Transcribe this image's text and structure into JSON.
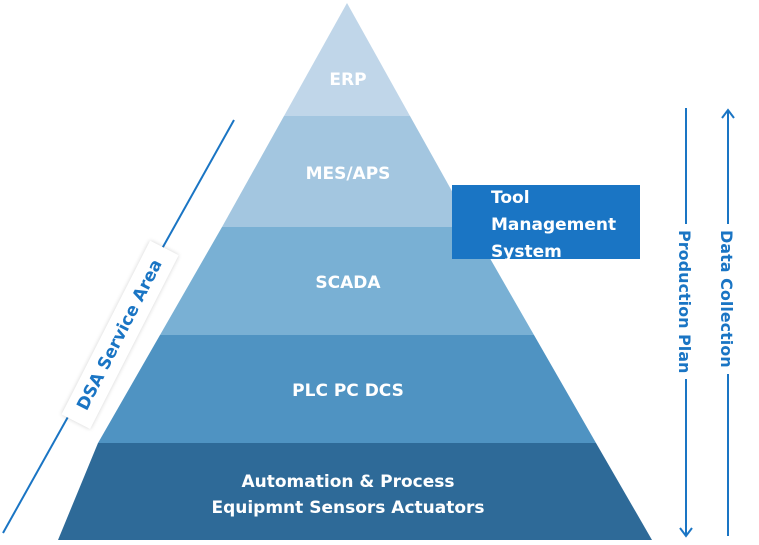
{
  "layers": [
    {
      "label": "ERP",
      "color": "#c0d6e9"
    },
    {
      "label": "MES/APS",
      "color": "#a3c6e0"
    },
    {
      "label": "SCADA",
      "color": "#79b0d4"
    },
    {
      "label": "PLC PC DCS",
      "color": "#4f93c2"
    },
    {
      "lines": [
        "Automation & Process",
        "Equipmnt Sensors Actuators"
      ],
      "color": "#2e6a98"
    }
  ],
  "tool_management": {
    "lines": [
      "Tool",
      "Management",
      "System"
    ],
    "color": "#1a75c4"
  },
  "service_area": {
    "label": "DSA Service Area"
  },
  "production_plan": {
    "label": "Production Plan",
    "arrow_direction": "down"
  },
  "data_collection": {
    "label": "Data Collection",
    "arrow_direction": "up"
  },
  "accent_color": "#1a75c4"
}
